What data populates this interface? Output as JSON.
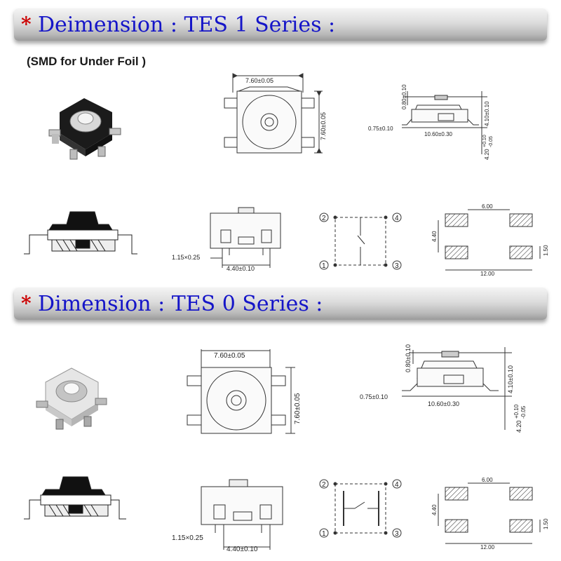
{
  "section1": {
    "star": "*",
    "title": "Deimension : TES 1 Series :",
    "subtitle": "(SMD for Under Foil )"
  },
  "section2": {
    "star": "*",
    "title": "Dimension : TES 0 Series :"
  },
  "dims": {
    "width": "7.60±0.05",
    "height": "7.60±0.05",
    "top_h": "0.80±0.10",
    "body_h": "4.10±0.10",
    "lead_t": "0.75±0.10",
    "length": "10.60±0.30",
    "total_h": "4.20",
    "total_tol_plus": "+0.10",
    "total_tol_minus": "-0.05",
    "pad_w": "1.15×0.25",
    "pitch": "4.40±0.10",
    "pcb_gap": "6.00",
    "pcb_height": "4.40",
    "pcb_pad": "1.50",
    "pcb_total": "12.00"
  },
  "pins": {
    "p1": "1",
    "p2": "2",
    "p3": "3",
    "p4": "4"
  },
  "colors": {
    "banner_text": "#1515c8",
    "star": "#cc0000"
  }
}
